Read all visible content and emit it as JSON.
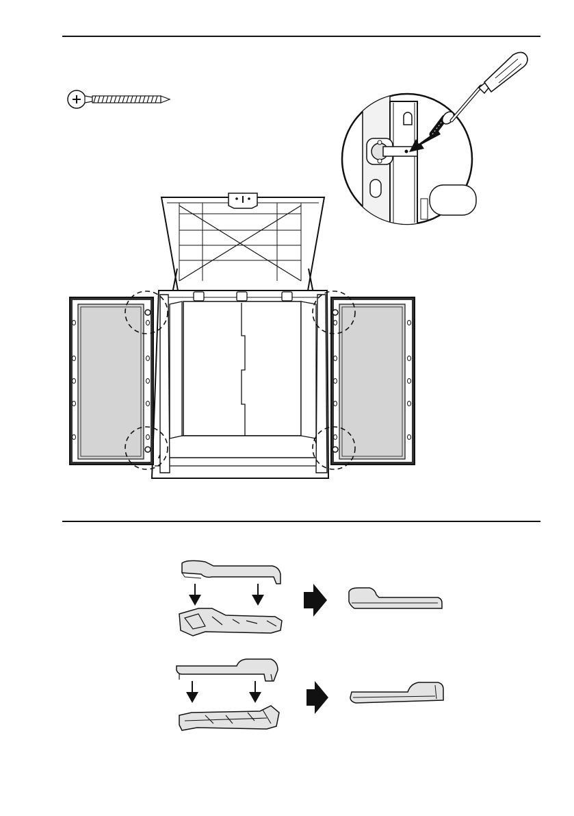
{
  "page": {
    "sections": [
      {
        "id": "step-door-attach",
        "hardware": {
          "icon": "screw-icon"
        },
        "detail": {
          "icon": "screwdriver-icon"
        }
      },
      {
        "id": "step-handle-assembly",
        "rows": 2
      }
    ]
  },
  "colors": {
    "ink": "#111111",
    "panel_fill": "#d4d4d4",
    "part_fill": "#e3e3e3",
    "frame": "#333333"
  }
}
